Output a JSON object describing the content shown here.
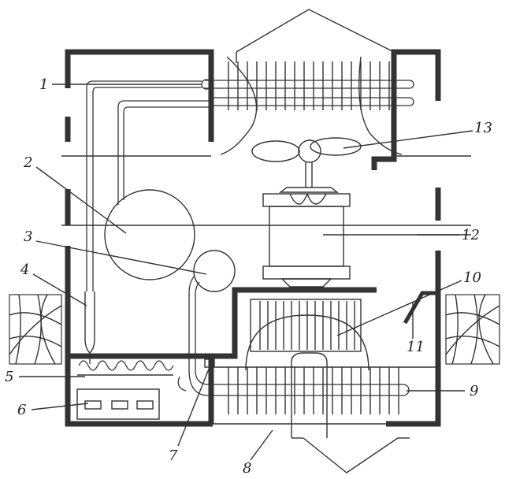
{
  "labels": {
    "l1": "1",
    "l2": "2",
    "l3": "3",
    "l4": "4",
    "l5": "5",
    "l6": "6",
    "l7": "7",
    "l8": "8",
    "l9": "9",
    "l10": "10",
    "l11": "11",
    "l12": "12",
    "l13": "13"
  },
  "colors": {
    "line": "#333333",
    "background": "#ffffff"
  }
}
